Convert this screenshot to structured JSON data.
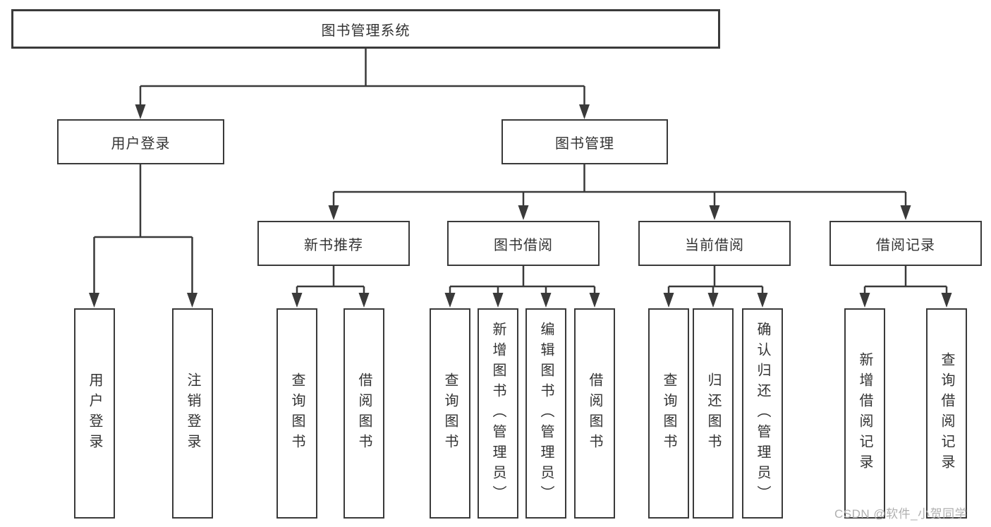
{
  "diagram_title": "图书管理系统",
  "watermark": "CSDN @软件_小贺同学",
  "colors": {
    "line": "#3a3a3a",
    "box_border": "#3a3a3a",
    "box_fill": "#ffffff",
    "text": "#333333",
    "watermark": "#b0b0b0",
    "background": "#ffffff"
  },
  "tree": {
    "label": "图书管理系统",
    "children": [
      {
        "label": "用户登录",
        "children": [
          {
            "label": "用户登录"
          },
          {
            "label": "注销登录"
          }
        ]
      },
      {
        "label": "图书管理",
        "children": [
          {
            "label": "新书推荐",
            "children": [
              {
                "label": "查询图书"
              },
              {
                "label": "借阅图书"
              }
            ]
          },
          {
            "label": "图书借阅",
            "children": [
              {
                "label": "查询图书"
              },
              {
                "label": "新增图书（管理员）"
              },
              {
                "label": "编辑图书（管理员）"
              },
              {
                "label": "借阅图书"
              }
            ]
          },
          {
            "label": "当前借阅",
            "children": [
              {
                "label": "查询图书"
              },
              {
                "label": "归还图书"
              },
              {
                "label": "确认归还（管理员）"
              }
            ]
          },
          {
            "label": "借阅记录",
            "children": [
              {
                "label": "新增借阅记录"
              },
              {
                "label": "查询借阅记录"
              }
            ]
          }
        ]
      }
    ]
  }
}
